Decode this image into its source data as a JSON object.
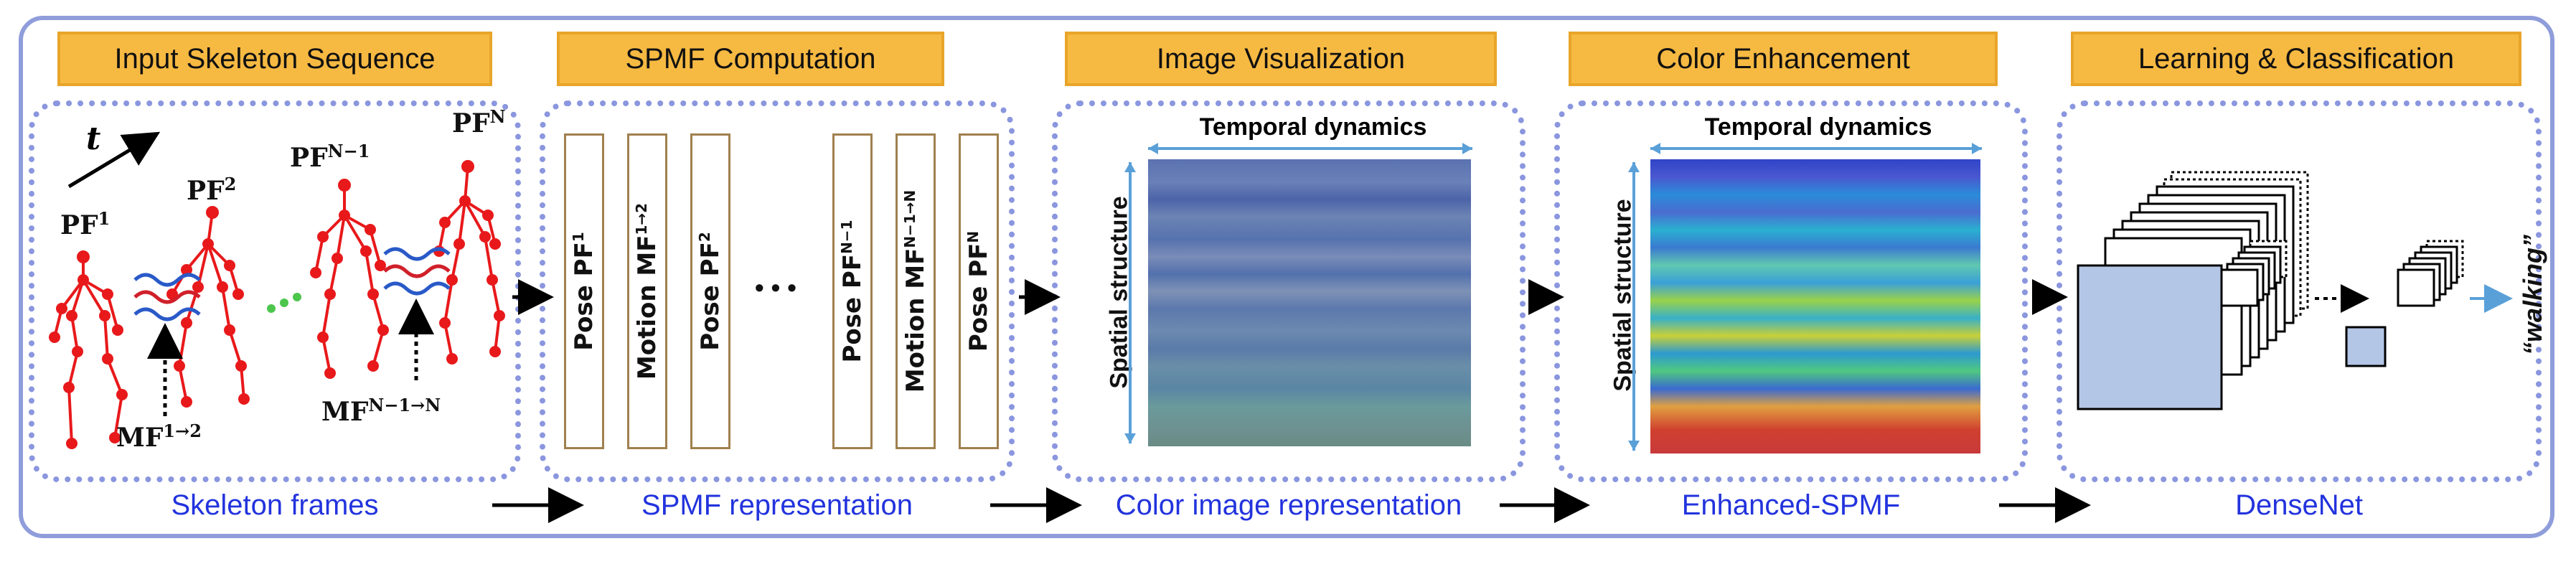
{
  "stages": [
    {
      "title": "Input Skeleton Sequence",
      "caption": "Skeleton frames"
    },
    {
      "title": "SPMF Computation",
      "caption": "SPMF representation"
    },
    {
      "title": "Image Visualization",
      "caption": "Color image representation"
    },
    {
      "title": "Color Enhancement",
      "caption": "Enhanced-SPMF"
    },
    {
      "title": "Learning & Classification",
      "caption": "DenseNet"
    }
  ],
  "skeleton": {
    "time_label": "t",
    "pf1": "PF",
    "pf1_sup": "1",
    "pf2": "PF",
    "pf2_sup": "2",
    "pfn1": "PF",
    "pfn1_sup": "N−1",
    "pfn": "PF",
    "pfn_sup": "N",
    "mf12": "MF",
    "mf12_sup": "1→2",
    "mfn": "MF",
    "mfn_sup": "N−1→N"
  },
  "spmf": {
    "columns": [
      {
        "text": "Pose PF",
        "sup": "1"
      },
      {
        "text": "Motion MF",
        "sup": "1→2"
      },
      {
        "text": "Pose PF",
        "sup": "2"
      },
      {
        "text": "Pose PF",
        "sup": "N−1"
      },
      {
        "text": "Motion MF",
        "sup": "N−1→N"
      },
      {
        "text": "Pose PF",
        "sup": "N"
      }
    ],
    "ellipsis": "• • •"
  },
  "image_vis": {
    "temporal": "Temporal dynamics",
    "spatial": "Spatial structure"
  },
  "enhance": {
    "temporal": "Temporal dynamics",
    "spatial": "Spatial structure"
  },
  "learning": {
    "output": "“walking”"
  },
  "colors": {
    "header": "#f6b942",
    "border": "#8a96de",
    "caption": "#2233dd",
    "skeleton": "#e8191b"
  }
}
